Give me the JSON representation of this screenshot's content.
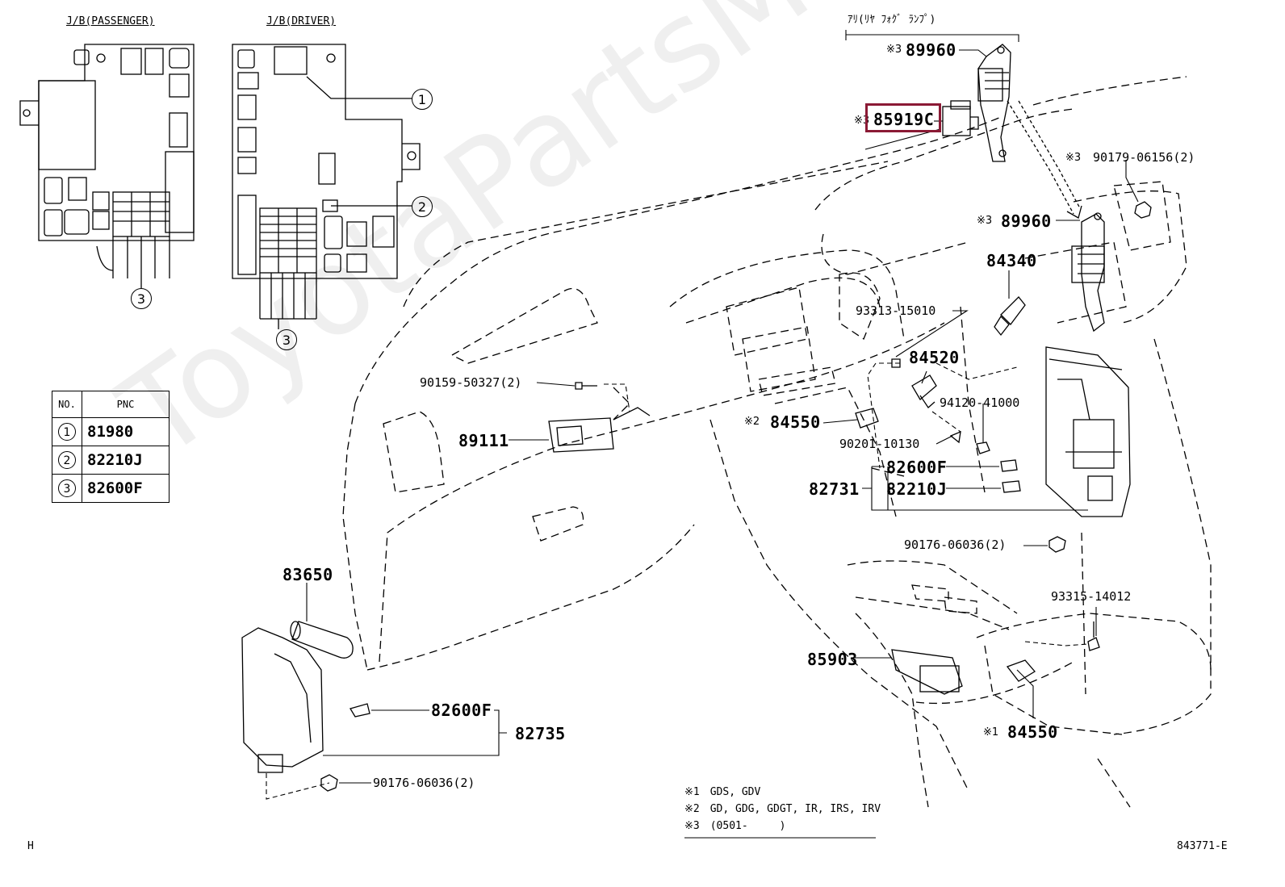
{
  "jb_labels": {
    "passenger": "J/B(PASSENGER)",
    "driver": "J/B(DRIVER)"
  },
  "callout_circles": [
    "1",
    "2",
    "3",
    "3"
  ],
  "group_label": "ｱﾘ(ﾘﾔ ﾌｫｸﾞ ﾗﾝﾌﾟ)",
  "parts": {
    "p89960a": {
      "mark": "※3",
      "num": "89960"
    },
    "p85919c": {
      "mark": "※3",
      "num": "85919C"
    },
    "p90179": {
      "mark": "※3",
      "num": "90179-06156(2)"
    },
    "p89960b": {
      "mark": "※3",
      "num": "89960"
    },
    "p84340": "84340",
    "p93313": "93313-15010",
    "p84520": "84520",
    "p90159": "90159-50327(2)",
    "p89111": "89111",
    "p84550a": {
      "mark": "※2",
      "num": "84550"
    },
    "p94120": "94120-41000",
    "p90201": "90201-10130",
    "p82600f_a": "82600F",
    "p82731": "82731",
    "p82210j": "82210J",
    "p90176a": "90176-06036(2)",
    "p83650": "83650",
    "p93315": "93315-14012",
    "p85903": "85903",
    "p82600f_b": "82600F",
    "p82735": "82735",
    "p84550b": {
      "mark": "※1",
      "num": "84550"
    },
    "p90176b": "90176-06036(2)"
  },
  "pnc_table": {
    "headers": [
      "NO.",
      "PNC"
    ],
    "rows": [
      {
        "no": "1",
        "pnc": "81980"
      },
      {
        "no": "2",
        "pnc": "82210J"
      },
      {
        "no": "3",
        "pnc": "82600F"
      }
    ]
  },
  "notes": [
    "※1　GDS, GDV",
    "※2　GD, GDG, GDGT, IR, IRS, IRV",
    "※3　(0501-　　　)"
  ],
  "footer": {
    "left": "H",
    "right": "843771-E"
  },
  "watermark": "ToyotaPartsMine.ru",
  "highlight_color": "#8b1a35"
}
